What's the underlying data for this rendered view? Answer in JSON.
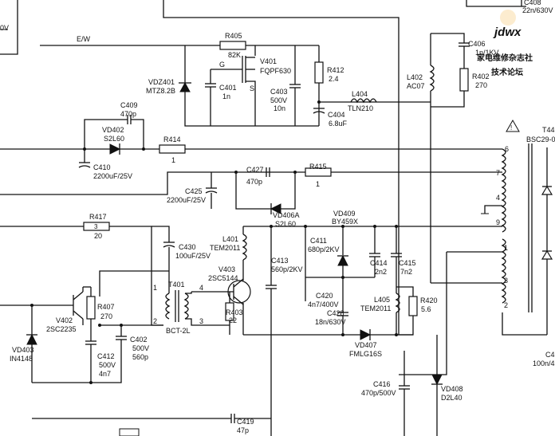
{
  "watermark": {
    "logo": "jdwx",
    "line1": "家电维修杂志社",
    "line2": "技术论坛",
    "color": "#e8b26b"
  },
  "labels": {
    "c408a": "C408",
    "c408b": "22n/630V",
    "left_top_voltage": "0V",
    "ew": "E/W",
    "r405": "R405",
    "r405v": "82K",
    "g": "G",
    "v401": "V401",
    "v401v": "FQPF630",
    "vdz401": "VDZ401",
    "vdz401v": "MTZ8.2B",
    "c401": "C401",
    "c401v": "1n",
    "s": "S",
    "c403": "C403",
    "c403v1": "500V",
    "c403v2": "10n",
    "r412": "R412",
    "r412v": "2.4",
    "l404": "L404",
    "l404v": "TLN210",
    "c404": "C404",
    "c404v": "6.8uF",
    "c406": "C406",
    "c406v": "1n/1KV",
    "l402": "L402",
    "l402v": "AC07",
    "r402": "R402",
    "r402v": "270",
    "c409": "C409",
    "c409v": "470p",
    "vd402": "VD402",
    "vd402v": "S2L60",
    "r414": "R414",
    "r414v": "1",
    "c410": "C410",
    "c410v": "2200uF/25V",
    "t44": "T44",
    "t44v": "BSC29-0",
    "c427": "C427",
    "c427v": "470p",
    "r415": "R415",
    "r415v": "1",
    "c425": "C425",
    "c425v": "2200uF/25V",
    "vd406a": "VD406A",
    "vd406av": "S2L60",
    "vd409": "VD409",
    "vd409v": "BY459X",
    "r417": "R417",
    "r417n": "3",
    "r417v": "20",
    "c430": "C430",
    "c430v": "100uF/25V",
    "l401": "L401",
    "l401v": "TEM2011",
    "c411": "C411",
    "c411v": "680p/2KV",
    "c414": "C414",
    "c414v": "2n2",
    "c415": "C415",
    "c415v": "7n2",
    "c413": "C413",
    "c413v": "560p/2KV",
    "v403": "V403",
    "v403v": "2SC5144",
    "t401": "T401",
    "t401v": "BCT-2L",
    "v402": "V402",
    "v402v": "2SC2235",
    "r407": "R407",
    "r407v": "270",
    "r403": "R403",
    "r403v": "22",
    "c420": "C420",
    "c420v": "4n7/400V",
    "c428": "C428",
    "c428v": "18n/630V",
    "l405": "L405",
    "l405v": "TEM2011",
    "r420": "R420",
    "r420v": "5.6",
    "vd403": "VD403",
    "vd403v": "IN4148",
    "c412": "C412",
    "c412v1": "500V",
    "c412v2": "4n7",
    "c402": "C402",
    "c402v1": "500V",
    "c402v2": "560p",
    "vd407": "VD407",
    "vd407v": "FMLG16S",
    "c416": "C416",
    "c416v": "470p/500V",
    "vd408": "VD408",
    "vd408v": "D2L40",
    "c419": "C419",
    "c419v": "47p",
    "c4r": "C4",
    "c4rv": "100n/4",
    "pin6": "6",
    "pin7": "7",
    "pin4": "4",
    "pin9": "9",
    "pin1r": "1",
    "pin3r": "3",
    "pin2r": "2",
    "t401p1": "1",
    "t401p2": "2",
    "t401p3": "3",
    "t401p4": "4"
  }
}
